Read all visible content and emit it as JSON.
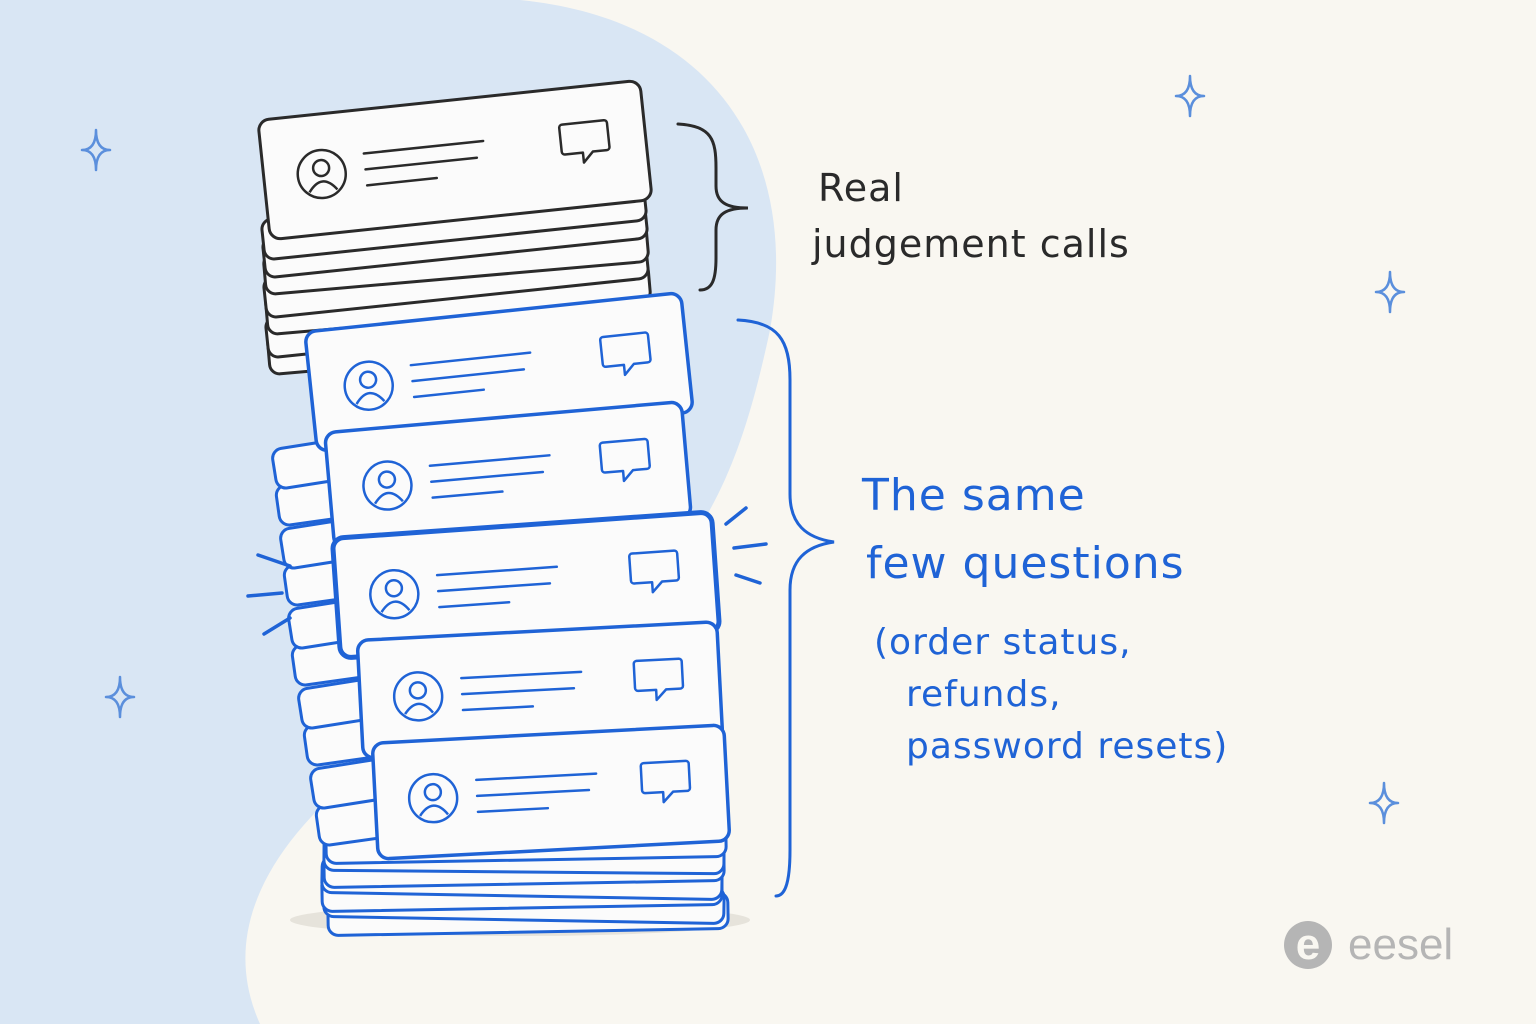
{
  "colors": {
    "background": "#f9f7f1",
    "blob": "#d9e6f4",
    "ink": "#2a2a2a",
    "accent": "#1f63d6",
    "sparkle": "#5b8fdc",
    "brand_gray": "#b5b5b5",
    "card_fill": "#fbfbfb"
  },
  "annotations": {
    "judgement": {
      "line1": "Real",
      "line2": "judgement calls"
    },
    "repetitive": {
      "line1": "The same",
      "line2": "few questions",
      "detail1": "(order status,",
      "detail2": "refunds,",
      "detail3": "password resets)"
    }
  },
  "stack": {
    "top_group": {
      "icon": "user-avatar-icon",
      "action_icon": "chat-bubble-icon"
    },
    "bottom_group": {
      "card_count": 5,
      "highlighted_card": 3,
      "icon": "user-avatar-icon",
      "action_icon": "chat-bubble-icon"
    }
  },
  "brand": {
    "mark": "e",
    "name": "eesel"
  }
}
